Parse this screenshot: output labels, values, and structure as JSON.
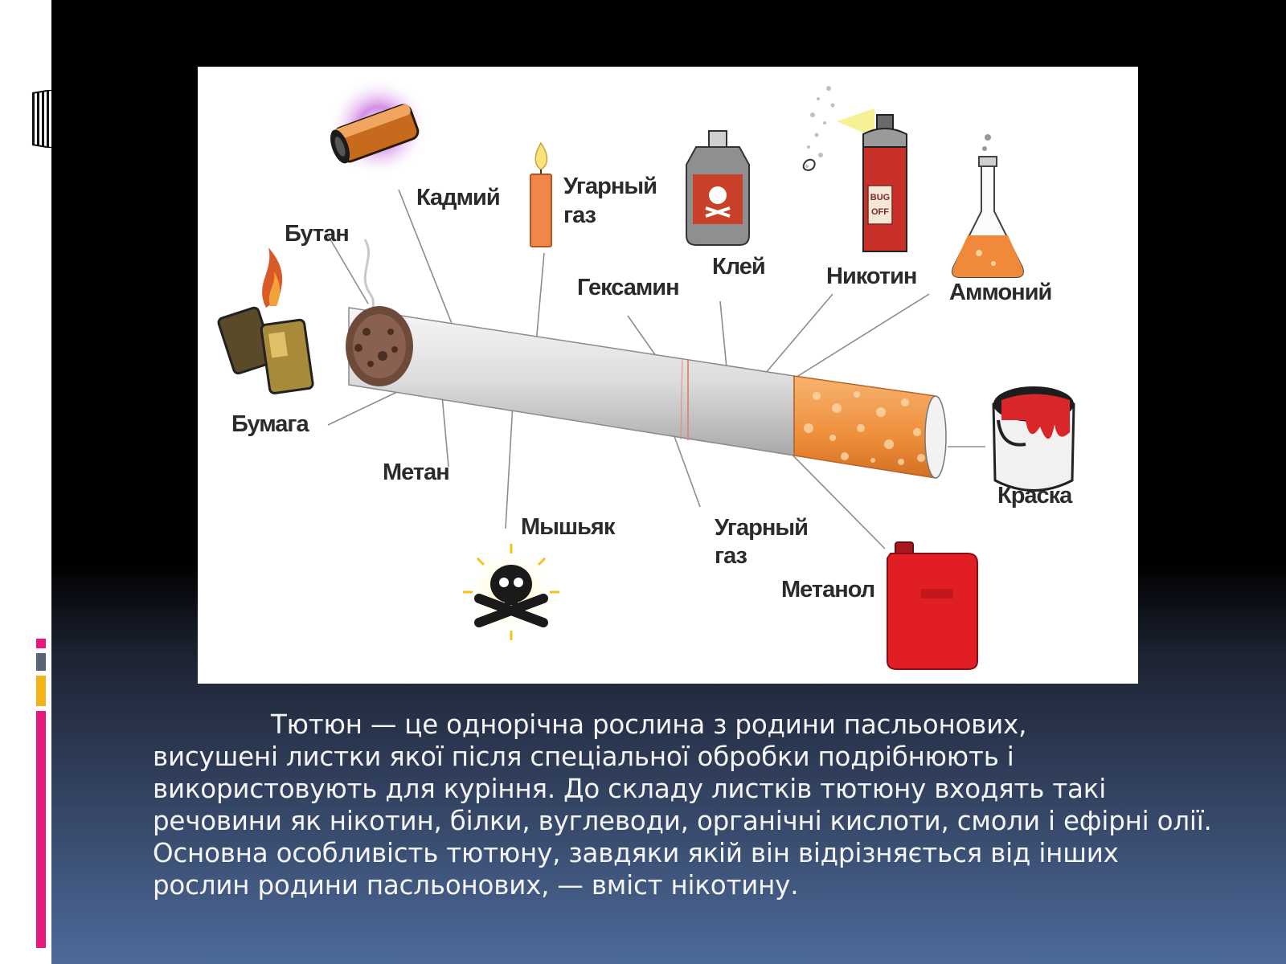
{
  "labels": {
    "cadmium": "Кадмий",
    "carbon_monoxide_top_1": "Угарный",
    "carbon_monoxide_top_2": "газ",
    "glue": "Клей",
    "nicotine": "Никотин",
    "ammonium": "Аммоний",
    "butane": "Бутан",
    "hexamine": "Гексамин",
    "paper": "Бумага",
    "methane": "Метан",
    "paint": "Краска",
    "arsenic": "Мышьяк",
    "carbon_monoxide_bottom_1": "Угарный",
    "carbon_monoxide_bottom_2": "газ",
    "methanol": "Метанол",
    "bug_spray_1": "BUG",
    "bug_spray_2": "OFF"
  },
  "caption": {
    "first_line": "Тютюн — це однорічна рослина з родини пасльонових,",
    "body": "висушені листки якої після спеціальної обробки подрібнюють і використовують для куріння. До складу листків тютюну входять такі речовини як нікотин, білки, вуглеводи, органічні кислоти, смоли і ефірні олії. Основна особливість тютюну, завдяки якій він відрізняється від інших рослин родини пасльонових, — вміст нікотину."
  },
  "colors": {
    "accent_pink": "#e8197d",
    "accent_gray": "#5a6474",
    "accent_yellow": "#f2b417",
    "filter_orange": "#f39a4c",
    "paint_red": "#d8262a"
  }
}
